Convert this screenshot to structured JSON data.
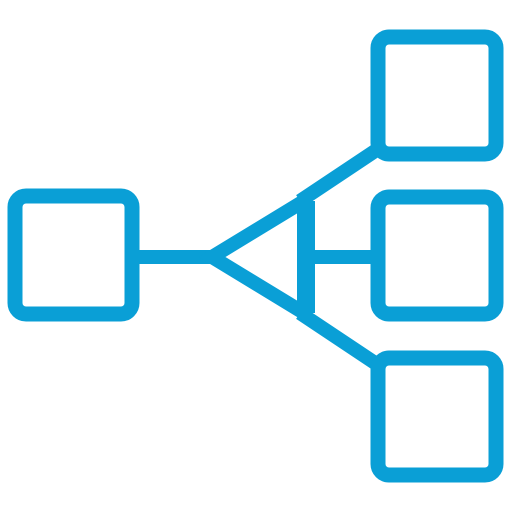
{
  "icon": {
    "name": "network-hierarchy-icon",
    "color": "#0a9fd6",
    "background": "#ffffff",
    "nodes": [
      {
        "role": "source-node"
      },
      {
        "role": "target-node-top"
      },
      {
        "role": "target-node-middle"
      },
      {
        "role": "target-node-bottom"
      }
    ]
  }
}
